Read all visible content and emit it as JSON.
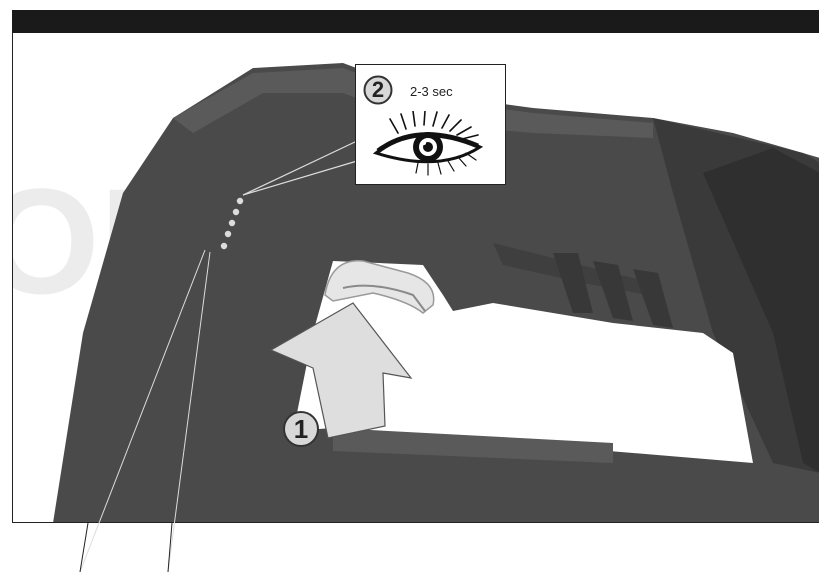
{
  "steps": {
    "step1": {
      "number": "1"
    },
    "step2": {
      "number": "2",
      "duration": "2-3 sec"
    }
  },
  "icons": {
    "eye": "eye-icon",
    "arrow": "arrow-up-icon"
  },
  "colors": {
    "header_bar": "#1a1a1a",
    "tool_body": "#4a4a4a",
    "led_indicator": "#dcdcdc"
  }
}
